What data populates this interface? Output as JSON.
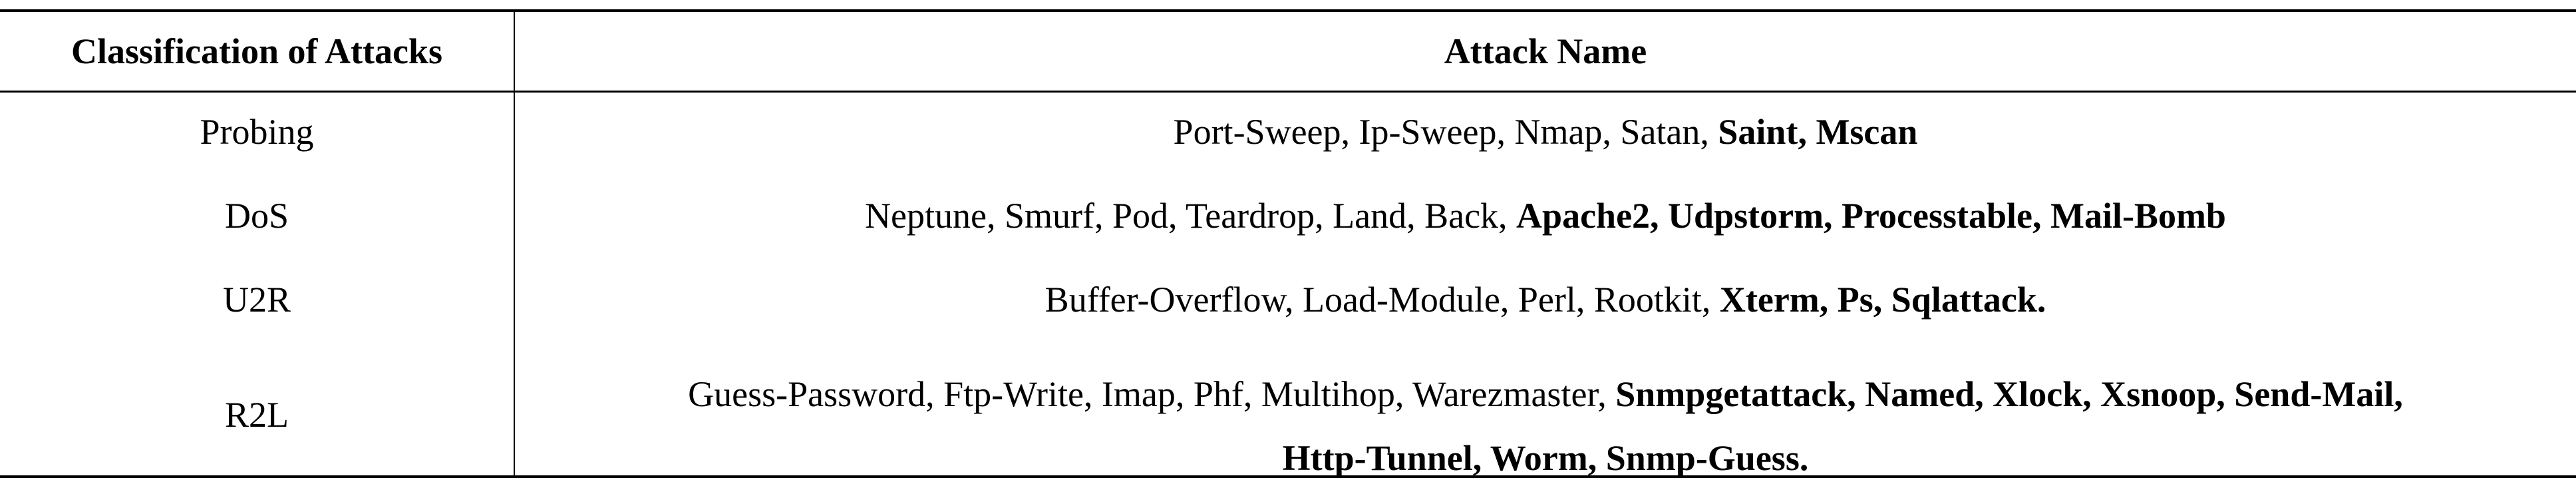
{
  "table": {
    "headers": {
      "classification": "Classification of Attacks",
      "attack_name": "Attack Name"
    },
    "rows": [
      {
        "classification": "Probing",
        "attacks_regular": "Port-Sweep, Ip-Sweep, Nmap, Satan, ",
        "attacks_bold": "Saint, Mscan"
      },
      {
        "classification": "DoS",
        "attacks_regular": "Neptune, Smurf, Pod, Teardrop, Land, Back, ",
        "attacks_bold": "Apache2, Udpstorm, Processtable, Mail-Bomb"
      },
      {
        "classification": "U2R",
        "attacks_regular": "Buffer-Overflow, Load-Module, Perl, Rootkit, ",
        "attacks_bold": "Xterm, Ps, Sqlattack."
      },
      {
        "classification": "R2L",
        "attacks_regular": "Guess-Password, Ftp-Write, Imap, Phf, Multihop, Warezmaster, ",
        "attacks_bold": "Snmpgetattack, Named, Xlock, Xsnoop, Send-Mail,",
        "attacks_bold_line2": "Http-Tunnel, Worm, Snmp-Guess."
      }
    ]
  }
}
